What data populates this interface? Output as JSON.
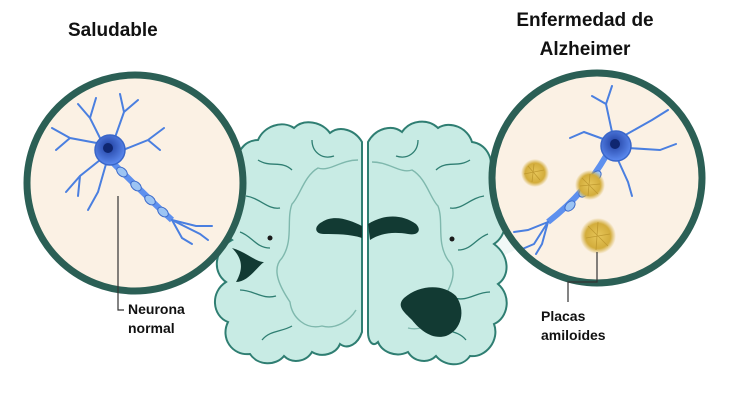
{
  "titles": {
    "healthy": "Saludable",
    "alzheimer_line1": "Enfermedad de",
    "alzheimer_line2": "Alzheimer"
  },
  "callouts": {
    "neuron_line1": "Neurona",
    "neuron_line2": "normal",
    "plaques_line1": "Placas",
    "plaques_line2": "amiloides"
  },
  "colors": {
    "brain_fill": "#c8ebe4",
    "brain_stroke": "#2f7e72",
    "circle_ring": "#2b5f55",
    "circle_fill": "#fbf1e4",
    "neuron": "#4a7fe0",
    "plaque": "#d9b84a"
  }
}
